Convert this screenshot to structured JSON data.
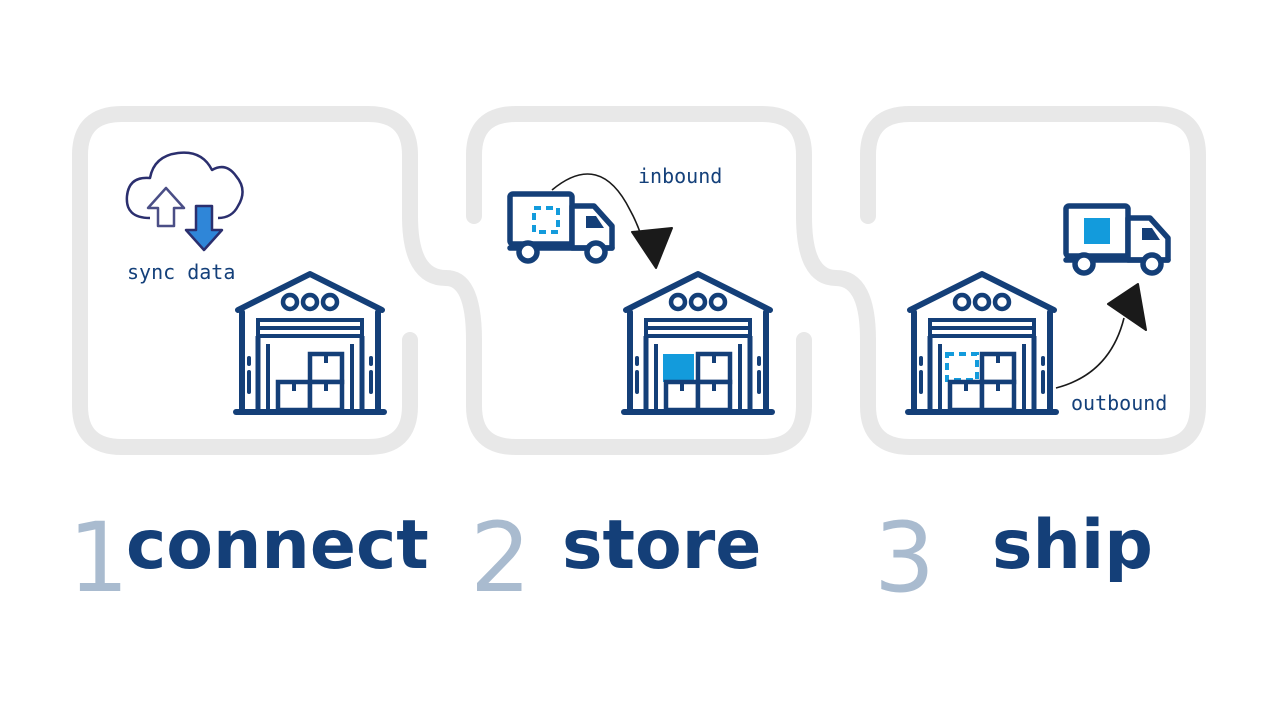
{
  "colors": {
    "navy": "#143f78",
    "accent_blue": "#139bdc",
    "frame_gray": "#e8e8e8",
    "step_number": "#a9bbcf"
  },
  "steps": [
    {
      "number": "1",
      "label": "connect",
      "annotation": "sync data",
      "icons": [
        "cloud-sync-icon",
        "warehouse-icon"
      ]
    },
    {
      "number": "2",
      "label": "store",
      "annotation": "inbound",
      "icons": [
        "truck-icon",
        "arrow-icon",
        "warehouse-icon"
      ]
    },
    {
      "number": "3",
      "label": "ship",
      "annotation": "outbound",
      "icons": [
        "warehouse-icon",
        "arrow-icon",
        "truck-icon"
      ]
    }
  ]
}
